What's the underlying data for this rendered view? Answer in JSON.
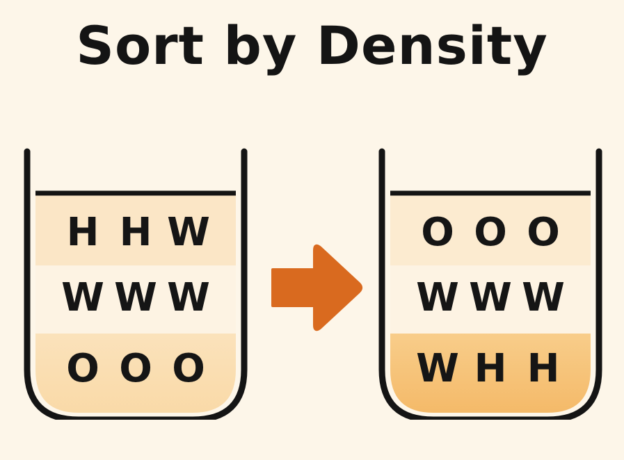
{
  "title": "Sort by Density",
  "colors": {
    "background": "#fdf6e9",
    "outline": "#141414",
    "arrow": "#d96a1f",
    "layer_light": "#fbe8c8",
    "layer_pale": "#fdf3e2",
    "layer_mid": "#fbe0b4",
    "layer_dark": "#f6c27a"
  },
  "before": {
    "rows": [
      [
        "H",
        "H",
        "W"
      ],
      [
        "W",
        "W",
        "W"
      ],
      [
        "O",
        "O",
        "O"
      ]
    ]
  },
  "after": {
    "rows": [
      [
        "O",
        "O",
        "O"
      ],
      [
        "W",
        "W",
        "W"
      ],
      [
        "W",
        "H",
        "H"
      ]
    ]
  },
  "arrow_icon": "right-arrow-icon"
}
